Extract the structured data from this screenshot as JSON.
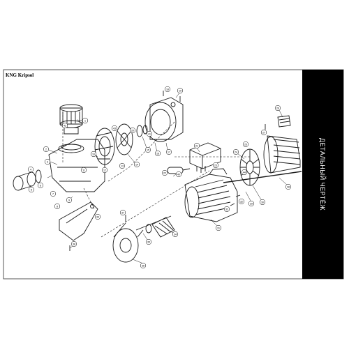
{
  "brand": "KNG Kripsol",
  "side_title": "ДЕТАЛЬНЫЙ ЧЕРТЁЖ",
  "colors": {
    "line": "#1a1a1a",
    "panel": "#000000",
    "frame": "#555555"
  },
  "callouts": [
    "1",
    "2",
    "3",
    "4",
    "5",
    "6",
    "7",
    "8",
    "9",
    "10",
    "11",
    "12",
    "13",
    "14",
    "15",
    "16",
    "17",
    "18",
    "19",
    "20",
    "21",
    "22",
    "23",
    "24",
    "25",
    "26",
    "27",
    "28",
    "29",
    "30",
    "31",
    "32",
    "33",
    "34",
    "35",
    "36",
    "37",
    "38",
    "39",
    "40",
    "41",
    "42",
    "43",
    "44"
  ]
}
